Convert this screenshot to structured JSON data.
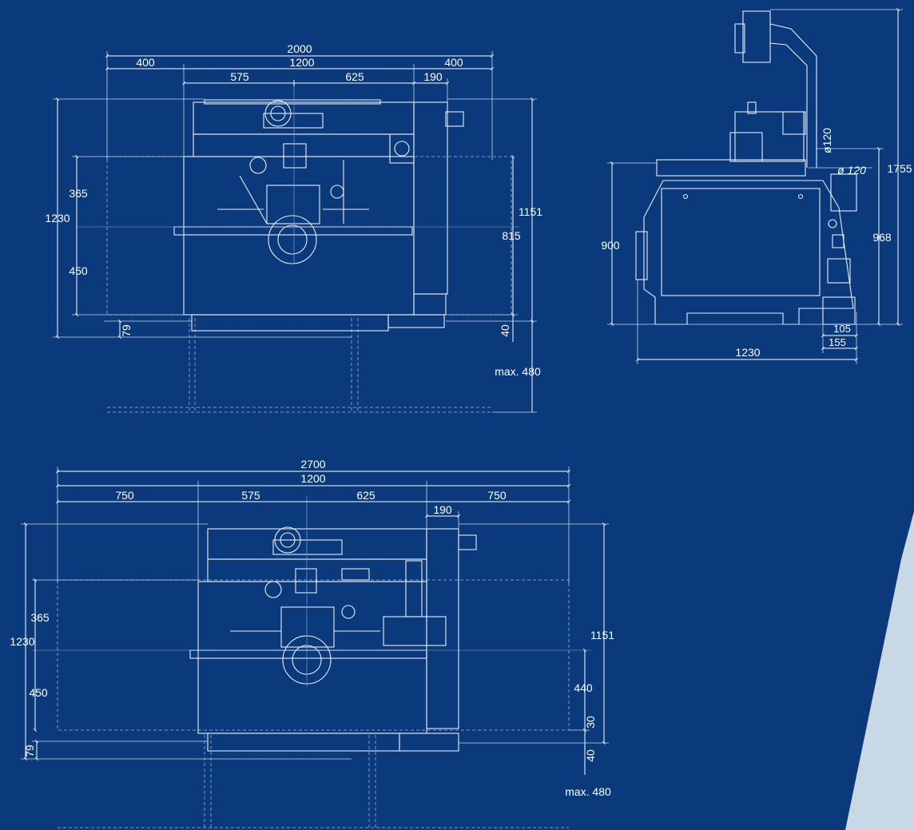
{
  "background_color": "#0b3a7c",
  "line_color": "#ffffff",
  "accent_panel_color": "#c8d8e6",
  "top_view_a": {
    "overall": "2000",
    "left_extension": "400",
    "table_width": "1200",
    "right_extension": "400",
    "left_of_blade": "575",
    "right_of_blade": "625",
    "right_offset": "190",
    "depth_front": "365",
    "total_depth": "1230",
    "depth_rear": "450",
    "bottom_offset": "79",
    "right_depth": "1151",
    "right_mid": "815",
    "right_small": "40",
    "extension": "max. 480"
  },
  "side_view": {
    "height_total": "1755",
    "diameter_top": "ø120",
    "diameter_side": "ø 120",
    "table_height": "900",
    "right_height": "968",
    "base_small": "105",
    "base_offset": "155",
    "base_width": "1230"
  },
  "top_view_b": {
    "overall": "2700",
    "table_width": "1200",
    "left_extension": "750",
    "left_of_blade": "575",
    "right_of_blade": "625",
    "right_extension": "750",
    "right_offset": "190",
    "depth_front": "365",
    "total_depth": "1230",
    "depth_rear": "450",
    "bottom_offset": "79",
    "right_depth": "1151",
    "right_mid": "440",
    "right_small": "30",
    "right_bottom": "40",
    "extension": "max. 480"
  }
}
